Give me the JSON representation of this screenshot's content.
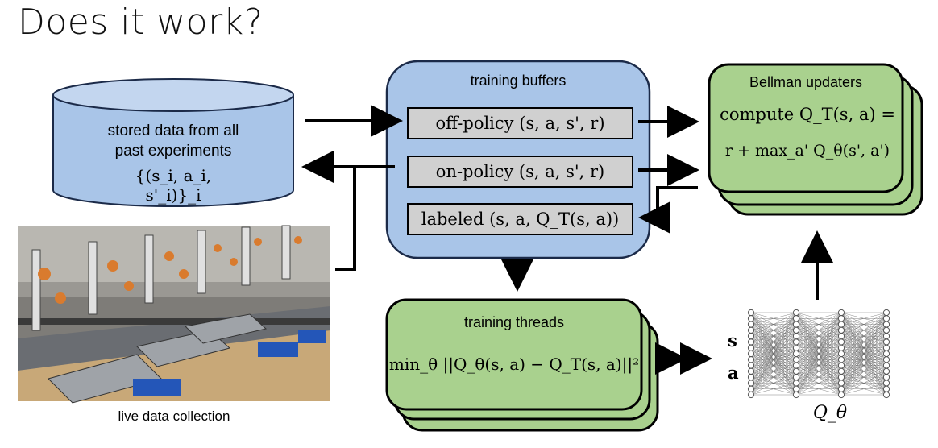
{
  "slide": {
    "title": "Does it work?"
  },
  "stored_data": {
    "line1": "stored data from all",
    "line2": "past experiments",
    "formula": "{(s_i, a_i, s'_i)}_i"
  },
  "training_buffers": {
    "title": "training buffers",
    "off_policy": "off-policy (s, a, s', r)",
    "on_policy": "on-policy (s, a, s', r)",
    "labeled": "labeled (s, a, Q_T(s, a))"
  },
  "bellman": {
    "title": "Bellman updaters",
    "line1": "compute Q_T(s, a) =",
    "line2": "r + max_a' Q_θ(s', a')"
  },
  "training_threads": {
    "title": "training threads",
    "formula": "min_θ ||Q_θ(s, a) − Q_T(s, a)||²"
  },
  "network": {
    "input_s": "s",
    "input_a": "a",
    "label": "Q_θ"
  },
  "photo": {
    "caption": "live data collection"
  }
}
